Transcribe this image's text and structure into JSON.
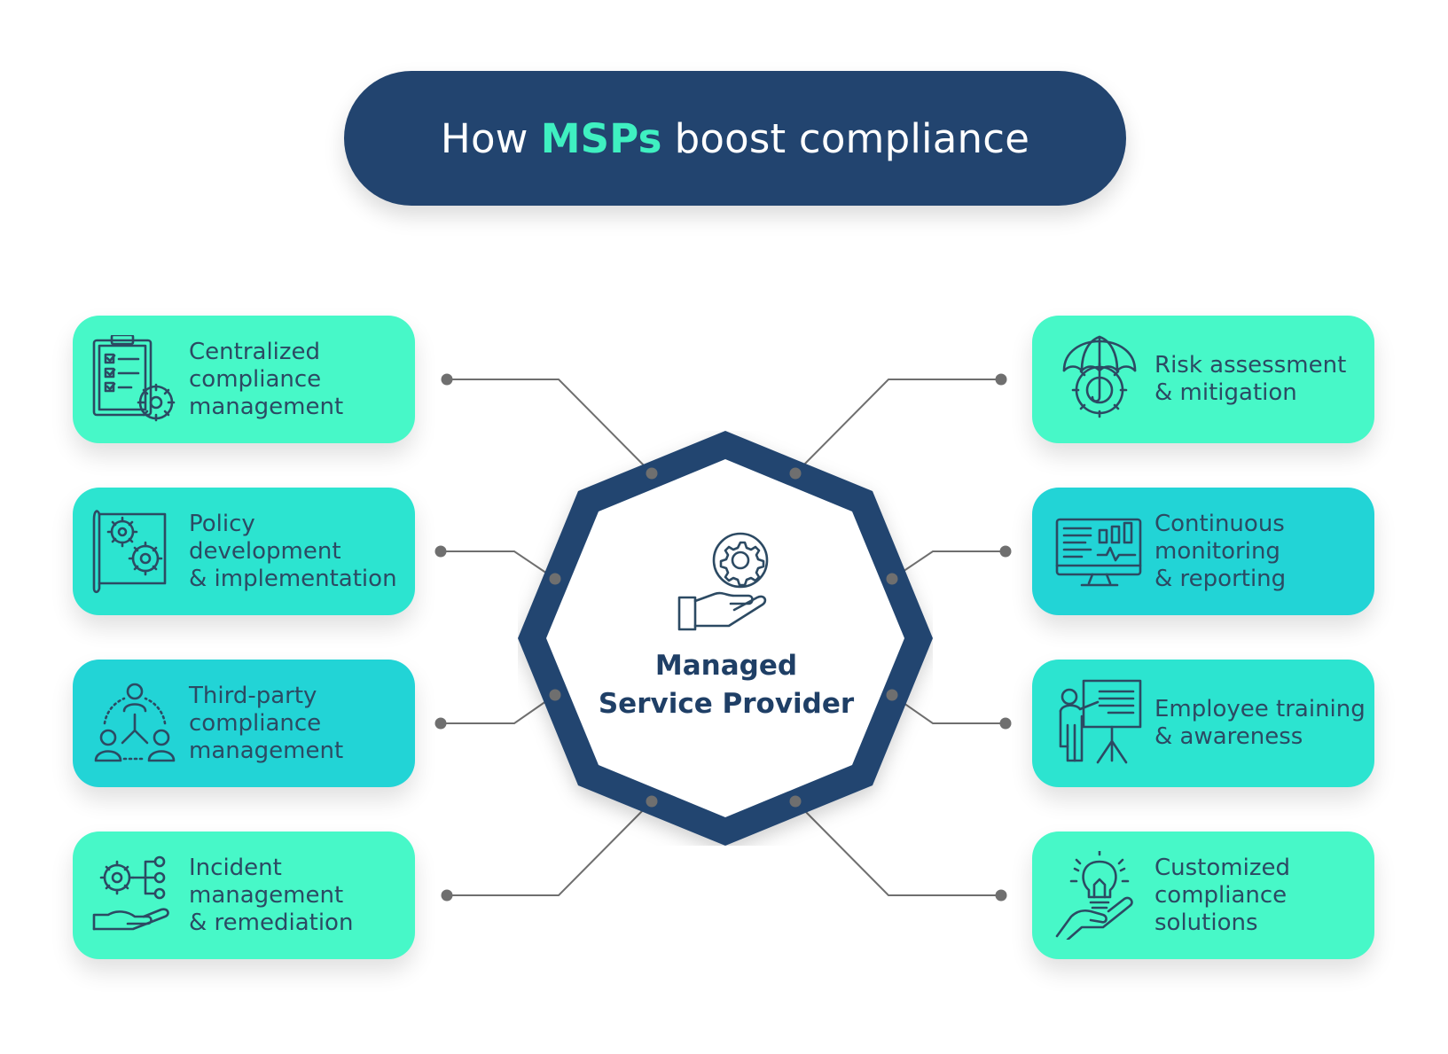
{
  "title": {
    "prefix": "How",
    "highlight": "MSPs",
    "suffix": "boost compliance"
  },
  "center": {
    "line1": "Managed",
    "line2": "Service Provider",
    "icon": "gear-hand-icon"
  },
  "colors": {
    "navy": "#22446f",
    "highlight": "#3ff0c1",
    "mint": "#47f8c8",
    "teal": "#22d4d6",
    "text": "#2c4a63"
  },
  "left_items": [
    {
      "lines": [
        "Centralized",
        "compliance",
        "management"
      ],
      "icon": "checklist-gear-icon"
    },
    {
      "lines": [
        "Policy development",
        "& implementation"
      ],
      "icon": "document-gears-icon"
    },
    {
      "lines": [
        "Third-party",
        "compliance",
        "management"
      ],
      "icon": "team-network-icon"
    },
    {
      "lines": [
        "Incident",
        "management",
        "& remediation"
      ],
      "icon": "gear-hand-network-icon"
    }
  ],
  "right_items": [
    {
      "lines": [
        "Risk assessment",
        "& mitigation"
      ],
      "icon": "umbrella-gear-icon"
    },
    {
      "lines": [
        "Continuous",
        "monitoring",
        "& reporting"
      ],
      "icon": "monitor-chart-icon"
    },
    {
      "lines": [
        "Employee training",
        "& awareness"
      ],
      "icon": "presentation-board-icon"
    },
    {
      "lines": [
        "Customized",
        "compliance",
        "solutions"
      ],
      "icon": "lightbulb-hand-icon"
    }
  ]
}
